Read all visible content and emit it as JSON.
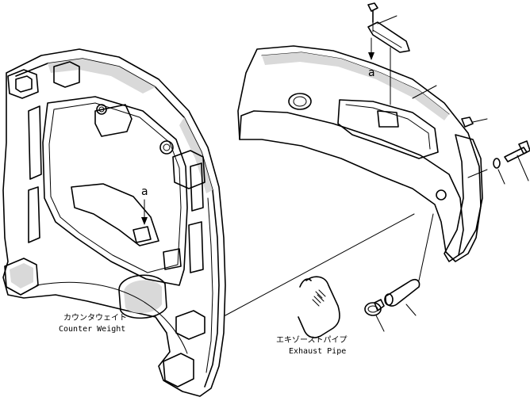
{
  "counterweight": {
    "label_jp": "カウンタウェイト",
    "label_en": "Counter Weight"
  },
  "exhaust_pipe": {
    "label_jp": "エキゾーストパイプ",
    "label_en": "Exhaust Pipe"
  },
  "view_marker": "a"
}
